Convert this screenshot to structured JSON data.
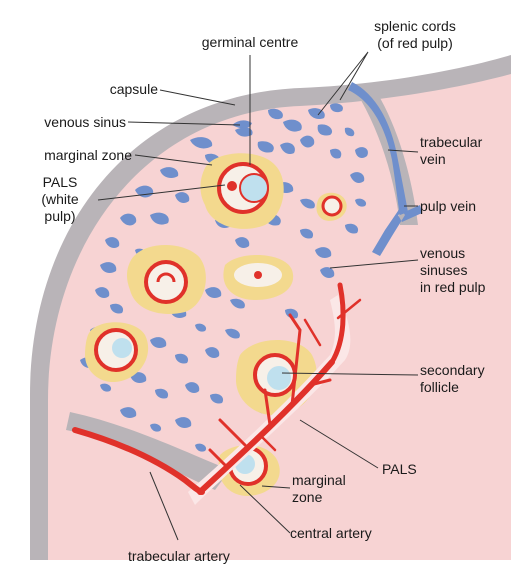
{
  "labels": {
    "germinal_centre": "germinal centre",
    "splenic_cords": [
      "splenic cords",
      "(of red pulp)"
    ],
    "capsule": "capsule",
    "venous_sinus": "venous sinus",
    "marginal_zone_top": "marginal zone",
    "pals_white_pulp": [
      "PALS",
      "(white",
      "pulp)"
    ],
    "trabecular_vein": [
      "trabecular",
      "vein"
    ],
    "pulp_vein": "pulp vein",
    "venous_sinuses_red_pulp": [
      "venous",
      "sinuses",
      "in red pulp"
    ],
    "secondary_follicle": [
      "secondary",
      "follicle"
    ],
    "pals_bottom": "PALS",
    "marginal_zone_bottom": [
      "marginal",
      "zone"
    ],
    "central_artery": "central artery",
    "trabecular_artery": "trabecular artery"
  },
  "colors": {
    "capsule": "#b9b4b8",
    "red_pulp": "#f7d3d3",
    "venous_sinus": "#6f8fcc",
    "marginal_zone": "#f3d98e",
    "artery": "#e0312a",
    "germinal_centre": "#bfe0ee",
    "pals": "#fbe7e7",
    "leader": "#333333"
  }
}
